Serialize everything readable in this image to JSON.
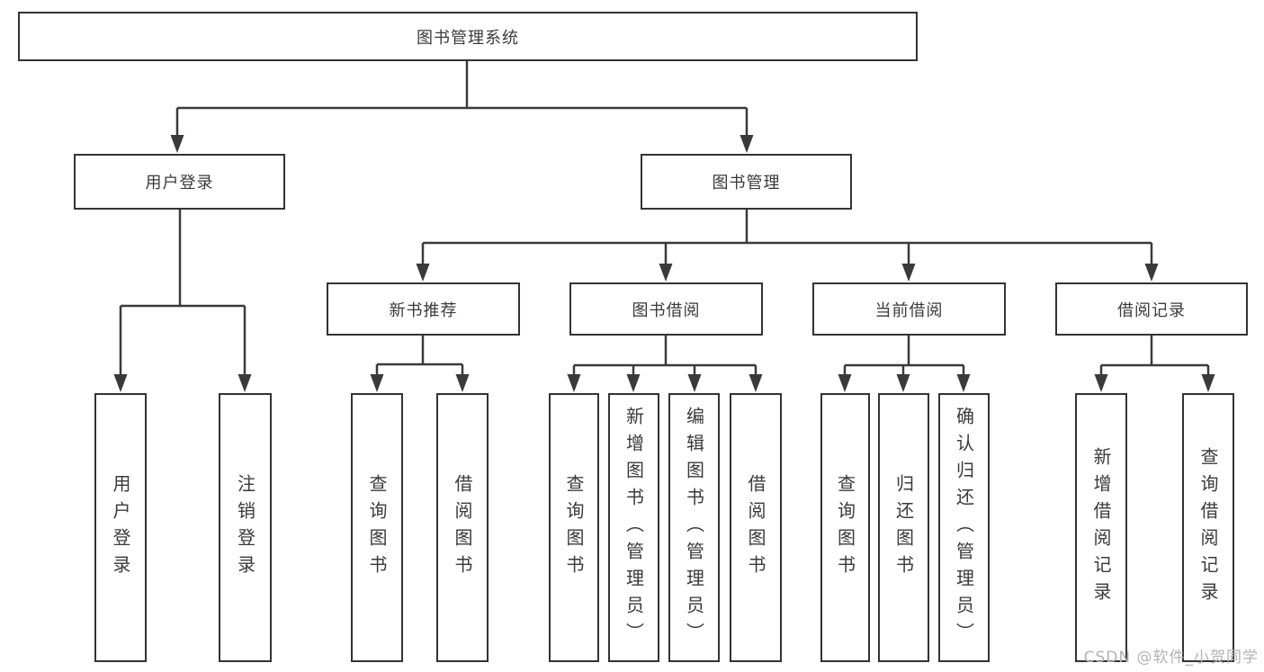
{
  "root_label": "图书管理系统",
  "level2": [
    {
      "label": "用户登录",
      "children": [
        "用户登录",
        "注销登录"
      ]
    },
    {
      "label": "图书管理"
    }
  ],
  "level3": [
    {
      "label": "新书推荐",
      "children": [
        "查询图书",
        "借阅图书"
      ]
    },
    {
      "label": "图书借阅",
      "children": [
        "查询图书",
        "新增图书（管理员）",
        "编辑图书（管理员）",
        "借阅图书"
      ]
    },
    {
      "label": "当前借阅",
      "children": [
        "查询图书",
        "归还图书",
        "确认归还（管理员）"
      ]
    },
    {
      "label": "借阅记录",
      "children": [
        "新增借阅记录",
        "查询借阅记录"
      ]
    }
  ],
  "watermark": "CSDN @软件_小贺同学",
  "colors": {
    "line": "#3a3a3a",
    "text": "#3a3a3a",
    "box_background": "#ffffff",
    "watermark": "#b3b3b3"
  }
}
